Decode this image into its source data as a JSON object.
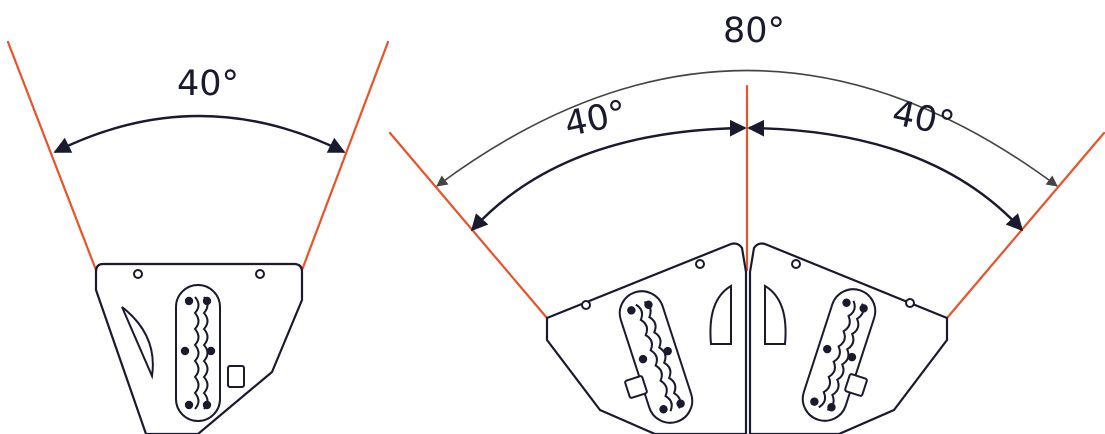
{
  "diagram": {
    "single_angle_label": "40°",
    "combined_total_label": "80°",
    "combined_left_label": "40°",
    "combined_right_label": "40°",
    "colors": {
      "ray": "#e8532a",
      "outline": "#1a1a2e",
      "arc_outer": "#444444"
    }
  }
}
